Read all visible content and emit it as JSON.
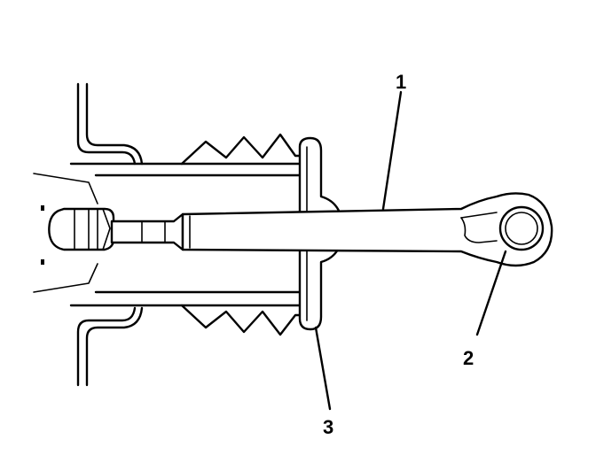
{
  "callouts": [
    {
      "id": "callout-1",
      "label": "1"
    },
    {
      "id": "callout-2",
      "label": "2"
    },
    {
      "id": "callout-3",
      "label": "3"
    }
  ],
  "colors": {
    "ink": "#000000",
    "paper": "#ffffff"
  }
}
